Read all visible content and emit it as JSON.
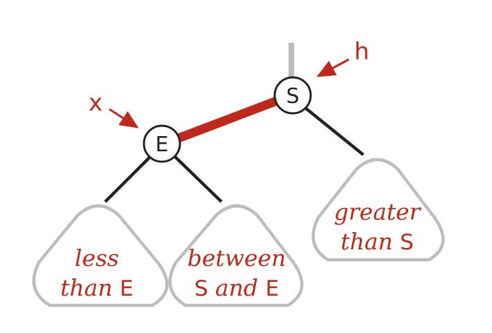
{
  "colors": {
    "accent": "#c0281c",
    "link": "#222222",
    "subtree": "#bdbdbd",
    "parent_link": "#bdbdbd"
  },
  "nodes": {
    "s": "S",
    "e": "E"
  },
  "pointers": {
    "h": "h",
    "x": "x"
  },
  "subtrees": {
    "left": {
      "line1": "less",
      "line2_italic": "than ",
      "line2_key": "E"
    },
    "middle": {
      "line1": "between",
      "line2_key1": "S",
      "line2_italic": " and ",
      "line2_key2": "E"
    },
    "right": {
      "line1": "greater",
      "line2_italic": "than ",
      "line2_key": "S"
    }
  }
}
